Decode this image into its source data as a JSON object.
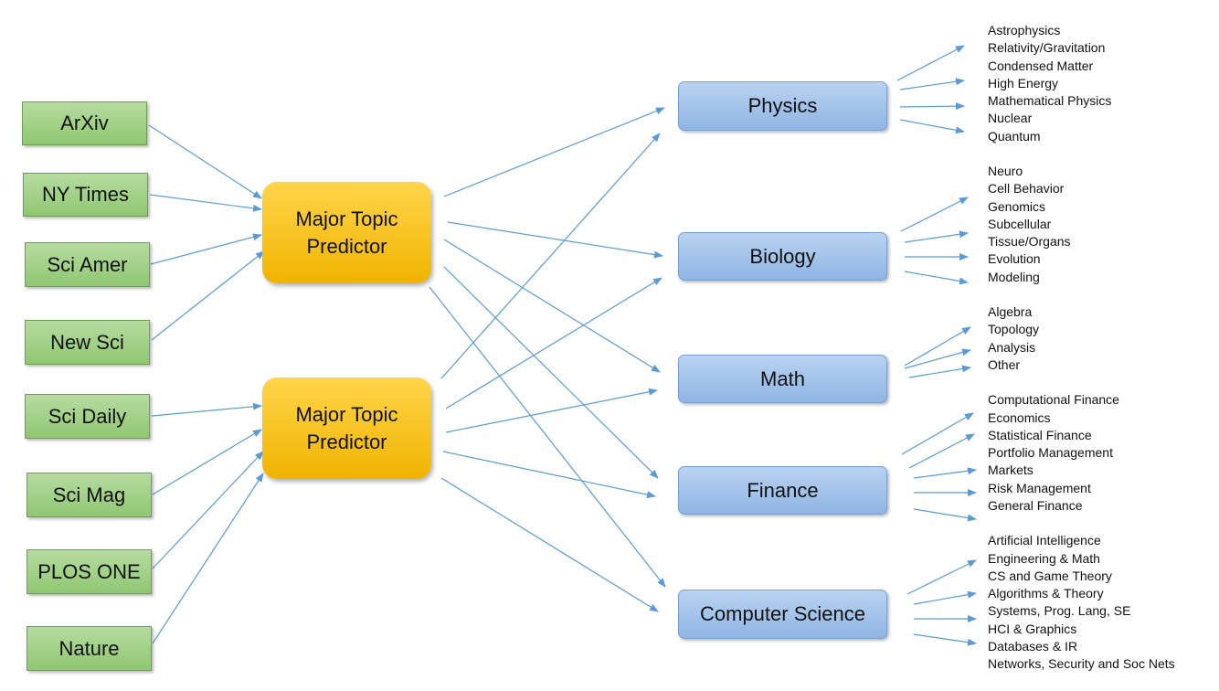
{
  "colors": {
    "edge": "#5b9bd5",
    "source_fill": "#a9d18e",
    "predictor_fill": "#ffc000",
    "topic_fill": "#a4c2ec"
  },
  "sources": [
    "ArXiv",
    "NY Times",
    "Sci Amer",
    "New Sci",
    "Sci Daily",
    "Sci Mag",
    "PLOS ONE",
    "Nature"
  ],
  "predictors": [
    "Major Topic Predictor",
    "Major Topic Predictor"
  ],
  "topics": [
    {
      "name": "Physics",
      "subtopics": [
        "Astrophysics",
        "Relativity/Gravitation",
        "Condensed Matter",
        "High Energy",
        "Mathematical Physics",
        "Nuclear",
        "Quantum"
      ]
    },
    {
      "name": "Biology",
      "subtopics": [
        "Neuro",
        "Cell Behavior",
        "Genomics",
        "Subcellular",
        "Tissue/Organs",
        "Evolution",
        "Modeling"
      ]
    },
    {
      "name": "Math",
      "subtopics": [
        "Algebra",
        "Topology",
        "Analysis",
        "Other"
      ]
    },
    {
      "name": "Finance",
      "subtopics": [
        "Computational Finance",
        "Economics",
        "Statistical Finance",
        "Portfolio Management",
        "Markets",
        "Risk Management",
        "General Finance"
      ]
    },
    {
      "name": "Computer Science",
      "subtopics": [
        "Artificial Intelligence",
        "Engineering & Math",
        "CS and Game Theory",
        "Algorithms & Theory",
        "Systems, Prog. Lang, SE",
        "HCI & Graphics",
        "Databases & IR",
        "Networks, Security and Soc Nets"
      ]
    }
  ]
}
